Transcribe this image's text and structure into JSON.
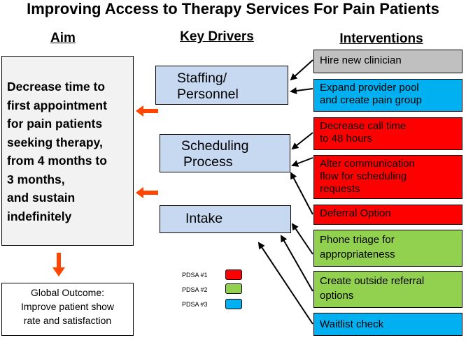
{
  "title": "Improving Access to Therapy Services For Pain Patients",
  "headers": {
    "aim": "Aim",
    "drivers": "Key Drivers",
    "interventions": "Interventions"
  },
  "aim": {
    "lines": [
      "Decrease time to",
      "first appointment",
      "for pain patients",
      "seeking therapy,",
      "from 4 months to",
      "3 months,",
      "and sustain",
      "indefinitely"
    ]
  },
  "outcome": {
    "lines": [
      "Global Outcome:",
      "Improve patient show",
      "rate and satisfaction"
    ]
  },
  "drivers": [
    {
      "lines": [
        "Staffing/",
        "Personnel"
      ]
    },
    {
      "lines": [
        "Scheduling",
        "Process"
      ]
    },
    {
      "lines": [
        "Intake"
      ]
    }
  ],
  "interventions": [
    {
      "lines": [
        "Hire new clinician"
      ],
      "color": "#c0c0c0"
    },
    {
      "lines": [
        "Expand provider pool",
        "and create pain group"
      ],
      "color": "#00b0f0"
    },
    {
      "lines": [
        "Decrease call time",
        "to 48 hours"
      ],
      "color": "#ff0000"
    },
    {
      "lines": [
        "Alter communication",
        "flow for scheduling",
        "requests"
      ],
      "color": "#ff0000"
    },
    {
      "lines": [
        "Deferral Option"
      ],
      "color": "#ff0000"
    },
    {
      "lines": [
        "Phone triage for",
        "appropriateness"
      ],
      "color": "#92d050"
    },
    {
      "lines": [
        "Create outside referral",
        "options"
      ],
      "color": "#92d050"
    },
    {
      "lines": [
        "Waitlist check"
      ],
      "color": "#00b0f0"
    }
  ],
  "legend": [
    {
      "label": "PDSA #1",
      "color": "#ff0000"
    },
    {
      "label": "PDSA #2",
      "color": "#92d050"
    },
    {
      "label": "PDSA #3",
      "color": "#00b0f0"
    }
  ],
  "colors": {
    "arrow_orange": "#ff4500",
    "driver_fill": "#c6d9f1",
    "aim_fill": "#f2f2f2"
  }
}
